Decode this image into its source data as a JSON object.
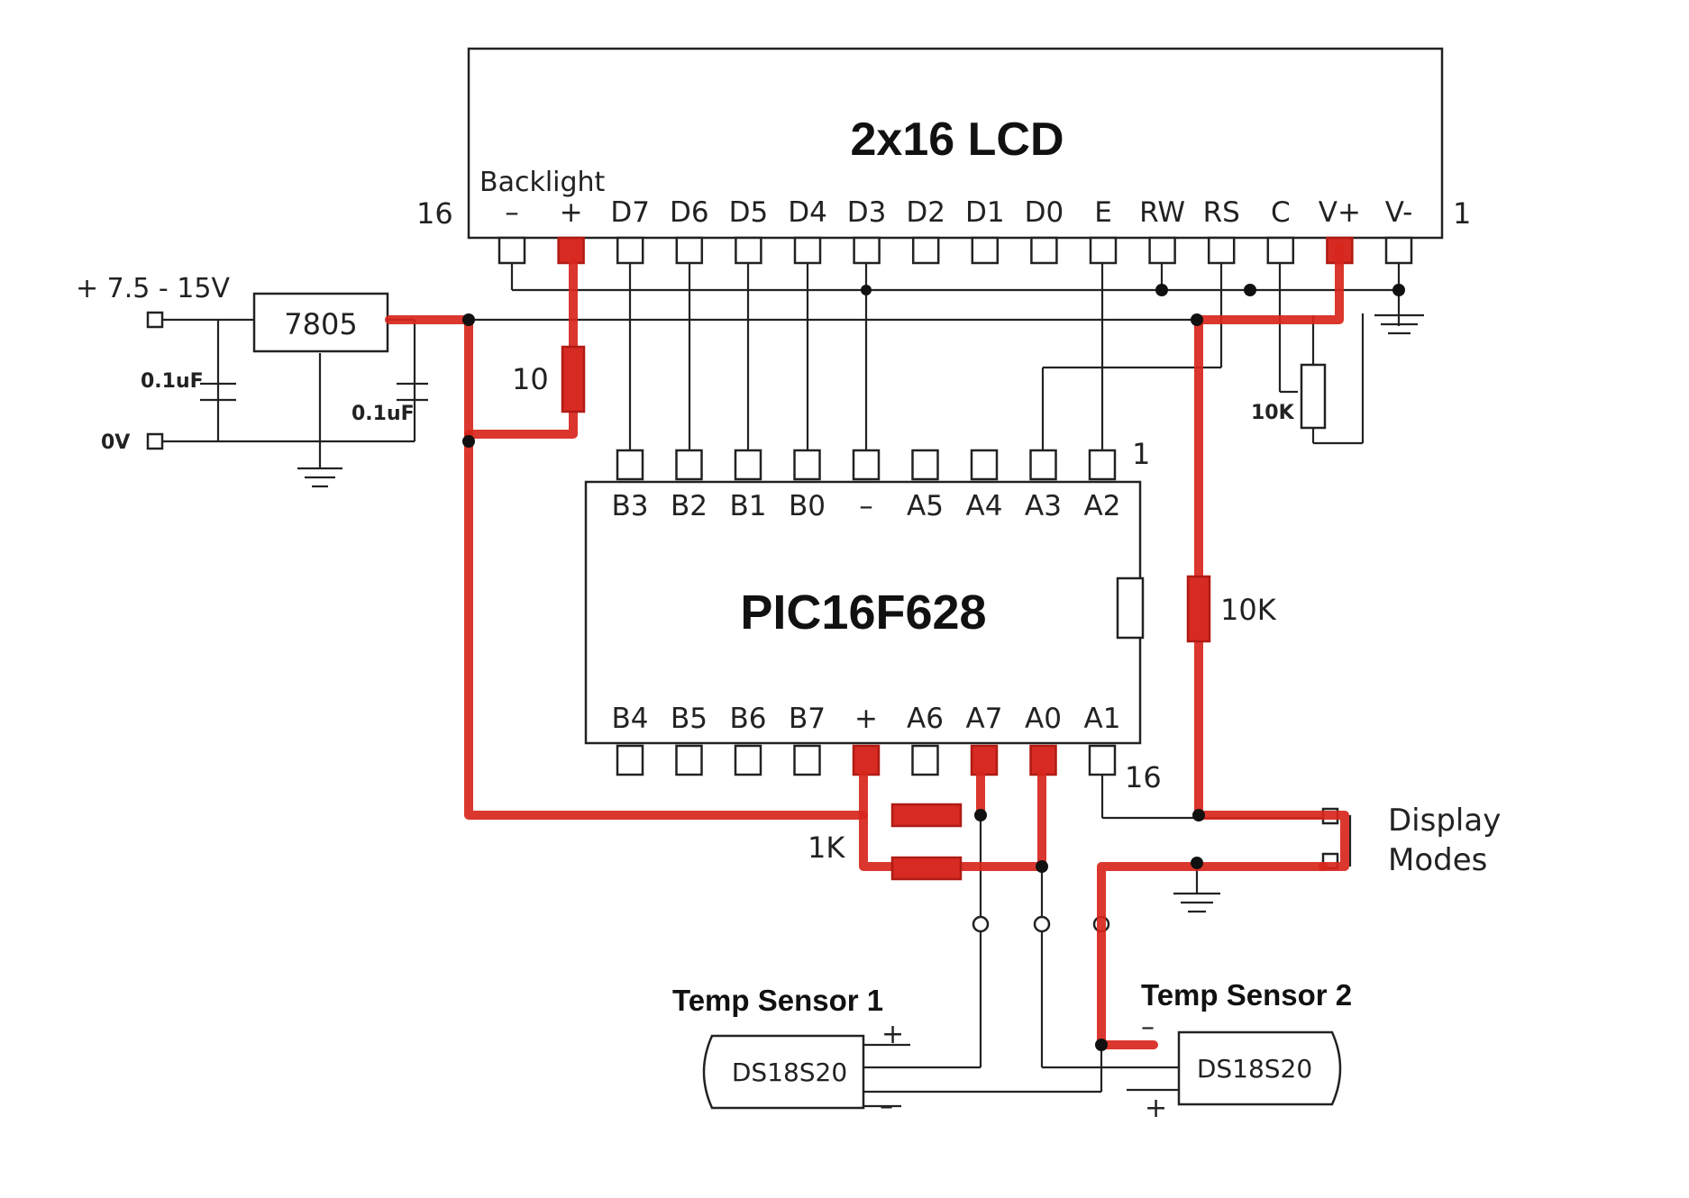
{
  "lcd": {
    "title": "2x16 LCD",
    "backlight_label": "Backlight",
    "pin_left_number": "16",
    "pin_right_number": "1",
    "pins": [
      "–",
      "+",
      "D7",
      "D6",
      "D5",
      "D4",
      "D3",
      "D2",
      "D1",
      "D0",
      "E",
      "RW",
      "RS",
      "C",
      "V+",
      "V-"
    ]
  },
  "pic": {
    "title": "PIC16F628",
    "top_pins": [
      "B3",
      "B2",
      "B1",
      "B0",
      "–",
      "A5",
      "A4",
      "A3",
      "A2"
    ],
    "bottom_pins": [
      "B4",
      "B5",
      "B6",
      "B7",
      "+",
      "A6",
      "A7",
      "A0",
      "A1"
    ],
    "pin1_label": "1",
    "pin16_label": "16"
  },
  "regulator": {
    "label": "7805"
  },
  "power": {
    "input_label": "+ 7.5 - 15V",
    "ground_label": "0V",
    "cap1_label": "0.1uF",
    "cap2_label": "0.1uF"
  },
  "components": {
    "backlight_resistor": "10",
    "contrast_pot": "10K",
    "pullup_resistor": "10K",
    "sensor_resistor": "1K"
  },
  "switch": {
    "label_line1": "Display",
    "label_line2": "Modes"
  },
  "sensor1": {
    "title": "Temp Sensor 1",
    "chip": "DS18S20",
    "plus": "+",
    "minus": "–"
  },
  "sensor2": {
    "title": "Temp Sensor 2",
    "chip": "DS18S20",
    "plus": "+",
    "minus": "–"
  },
  "colors": {
    "highlight": "#d8261c",
    "ink": "#222222"
  }
}
